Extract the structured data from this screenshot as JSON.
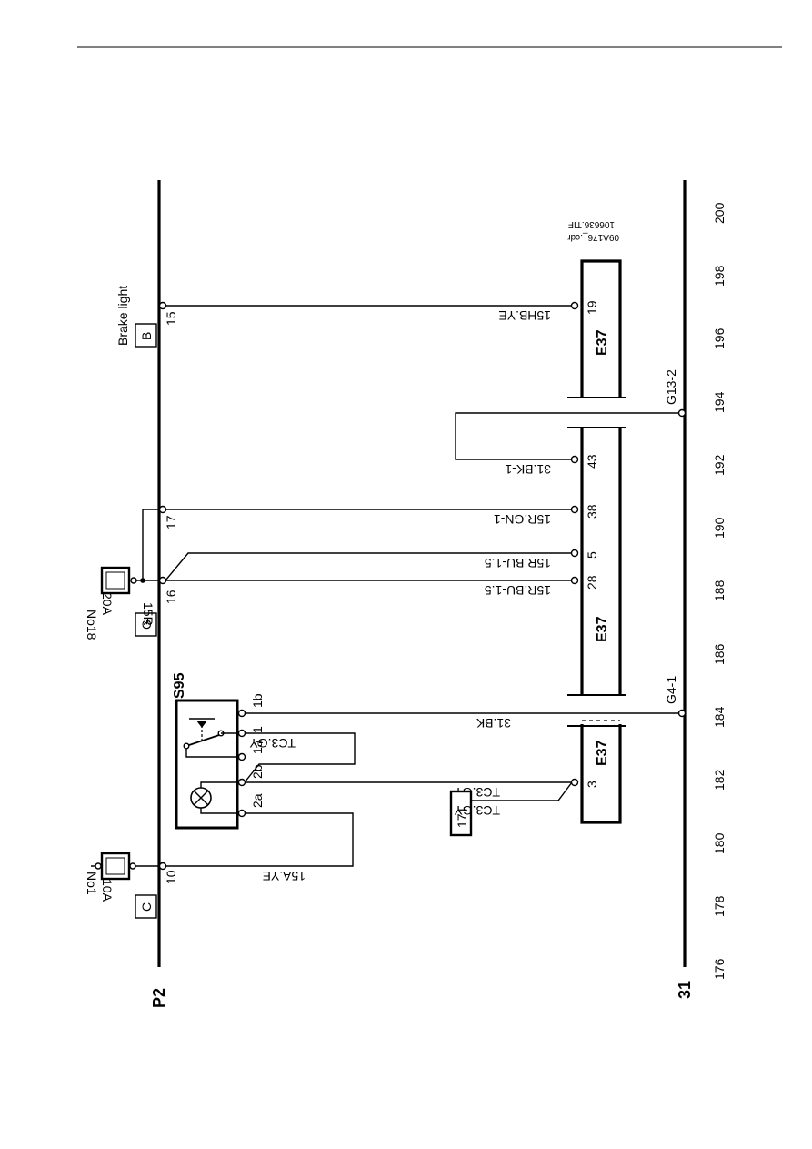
{
  "rails": {
    "p2": "P2",
    "ground": "31"
  },
  "scale": [
    "176",
    "178",
    "180",
    "182",
    "184",
    "186",
    "188",
    "190",
    "192",
    "194",
    "196",
    "198",
    "200"
  ],
  "connectors": {
    "c": "C",
    "g": "G",
    "b": "B"
  },
  "brake_light": "Brake light",
  "fuses": {
    "no1": {
      "name": "No1",
      "rating": "10A"
    },
    "no18": {
      "name": "No18",
      "rating": "20A"
    }
  },
  "p2_pins": {
    "p10": "10",
    "p16": "16",
    "p17": "17",
    "p15": "15",
    "fuse18_pin": "15R"
  },
  "switch": {
    "name": "S95",
    "pins": {
      "2a": "2a",
      "2b": "2b",
      "1a": "1a",
      "1": "1",
      "1b": "1b"
    }
  },
  "module": {
    "name": "E37",
    "pins": {
      "p3": "3",
      "p28": "28",
      "p5": "5",
      "p38": "38",
      "p43": "43",
      "p19": "19"
    }
  },
  "wires": {
    "w15a": "15A.YE",
    "tc3a": "TC3.GY",
    "tc3b": "TC3.GY",
    "tc3c": "TC3.GY",
    "bk31": "31.BK",
    "bu28": "15R.BU-1.5",
    "bu5": "15R.BU-1.5",
    "gn38": "15R.GN-1",
    "bk43": "31.BK-1",
    "hb19": "15HB.YE"
  },
  "grounds": {
    "g41": "G4-1",
    "g132": "G13-2"
  },
  "ref_171": "171",
  "file_refs": {
    "line1": "106636.TIF",
    "line2": "09A176_.cdr"
  }
}
